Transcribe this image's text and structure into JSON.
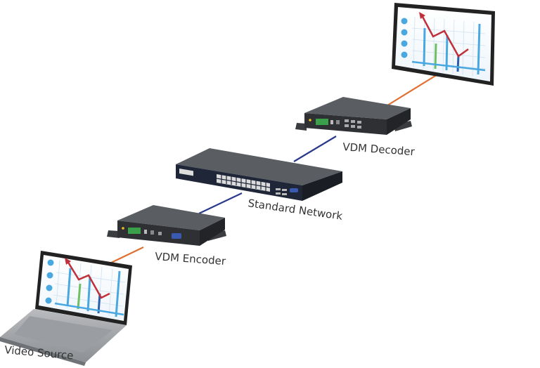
{
  "labels": {
    "video_source": "Video Source",
    "encoder": "VDM Encoder",
    "network": "Standard Network",
    "decoder": "VDM Decoder"
  },
  "colors": {
    "video_link": "#e07030",
    "network_link": "#2a3a8c",
    "device_top": "#5a5d62",
    "device_front": "#2e3034",
    "switch_front": "#1e2638",
    "screen_frame": "#222222",
    "chart_grid": "#cfe2f0",
    "chart_bar": "#4aa8e0",
    "chart_line": "#c0303a"
  },
  "icons": {
    "laptop": "laptop-icon",
    "encoder": "encoder-box-icon",
    "switch": "network-switch-icon",
    "decoder": "decoder-box-icon",
    "display": "display-screen-icon"
  }
}
